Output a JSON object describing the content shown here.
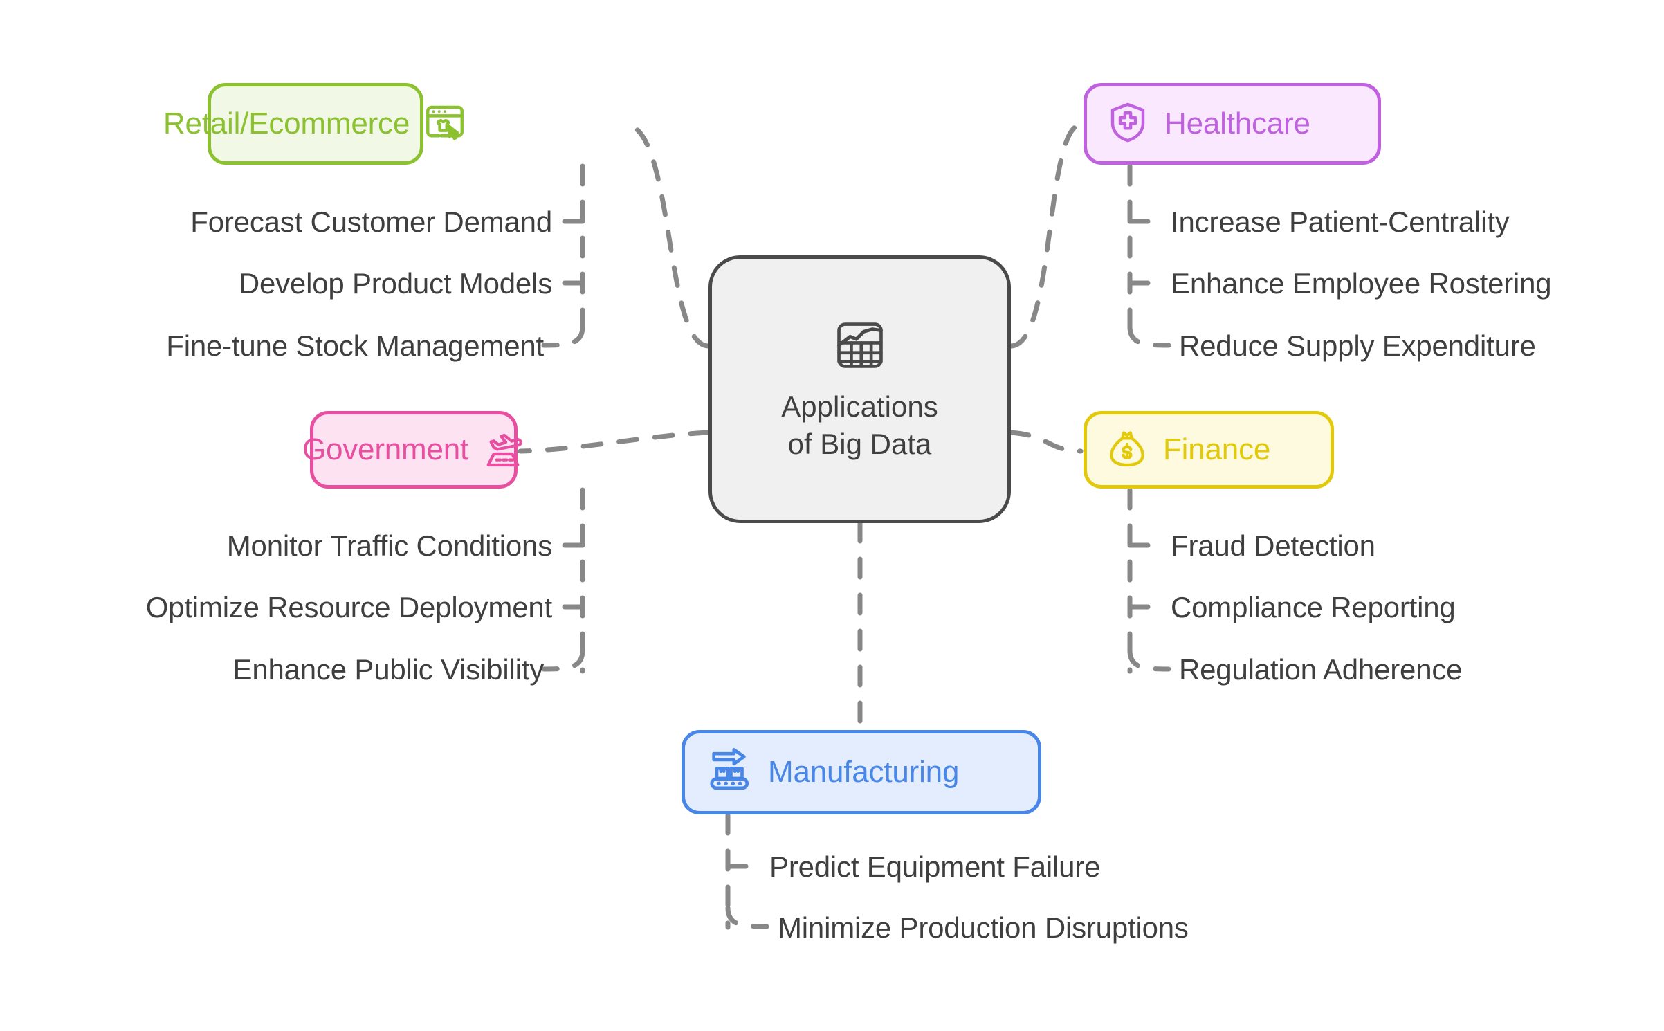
{
  "diagram": {
    "title": "Applications of Big Data",
    "type": "mind-map",
    "background_color": "#ffffff",
    "connector_color": "#888888",
    "connector_style": "dashed"
  },
  "center": {
    "label": "Applications\nof Big Data",
    "line1": "Applications",
    "line2": "of Big Data",
    "icon": "data-chart-grid-icon",
    "border_color": "#4a4a4a",
    "fill_color": "#f0f0f0",
    "text_color": "#3f3f3f"
  },
  "branches": [
    {
      "id": "retail",
      "label": "Retail/Ecommerce",
      "icon": "online-shopping-browser-cursor-icon",
      "icon_position": "right",
      "color": "#8cc12f",
      "fill": "#f2f8e6",
      "side": "left",
      "children": [
        "Forecast Customer Demand",
        "Develop Product Models",
        "Fine-tune Stock Management"
      ]
    },
    {
      "id": "healthcare",
      "label": "Healthcare",
      "icon": "shield-medical-cross-icon",
      "icon_position": "left",
      "color": "#c061e0",
      "fill": "#fae8ff",
      "side": "right",
      "children": [
        "Increase Patient-Centrality",
        "Enhance Employee Rostering",
        "Reduce Supply Expenditure"
      ]
    },
    {
      "id": "government",
      "label": "Government",
      "icon": "airplane-takeoff-runway-icon",
      "icon_position": "right",
      "color": "#e84fa0",
      "fill": "#fde3f1",
      "side": "left",
      "children": [
        "Monitor Traffic Conditions",
        "Optimize Resource Deployment",
        "Enhance Public Visibility"
      ]
    },
    {
      "id": "finance",
      "label": "Finance",
      "icon": "money-bag-dollar-icon",
      "icon_position": "left",
      "color": "#e2c90c",
      "fill": "#fdfae0",
      "side": "right",
      "children": [
        "Fraud Detection",
        "Compliance Reporting",
        "Regulation Adherence"
      ]
    },
    {
      "id": "manufacturing",
      "label": "Manufacturing",
      "icon": "conveyor-belt-arrow-icon",
      "icon_position": "left",
      "color": "#4886e8",
      "fill": "#e3edfd",
      "side": "bottom",
      "children": [
        "Predict Equipment Failure",
        "Minimize Production Disruptions"
      ]
    }
  ]
}
